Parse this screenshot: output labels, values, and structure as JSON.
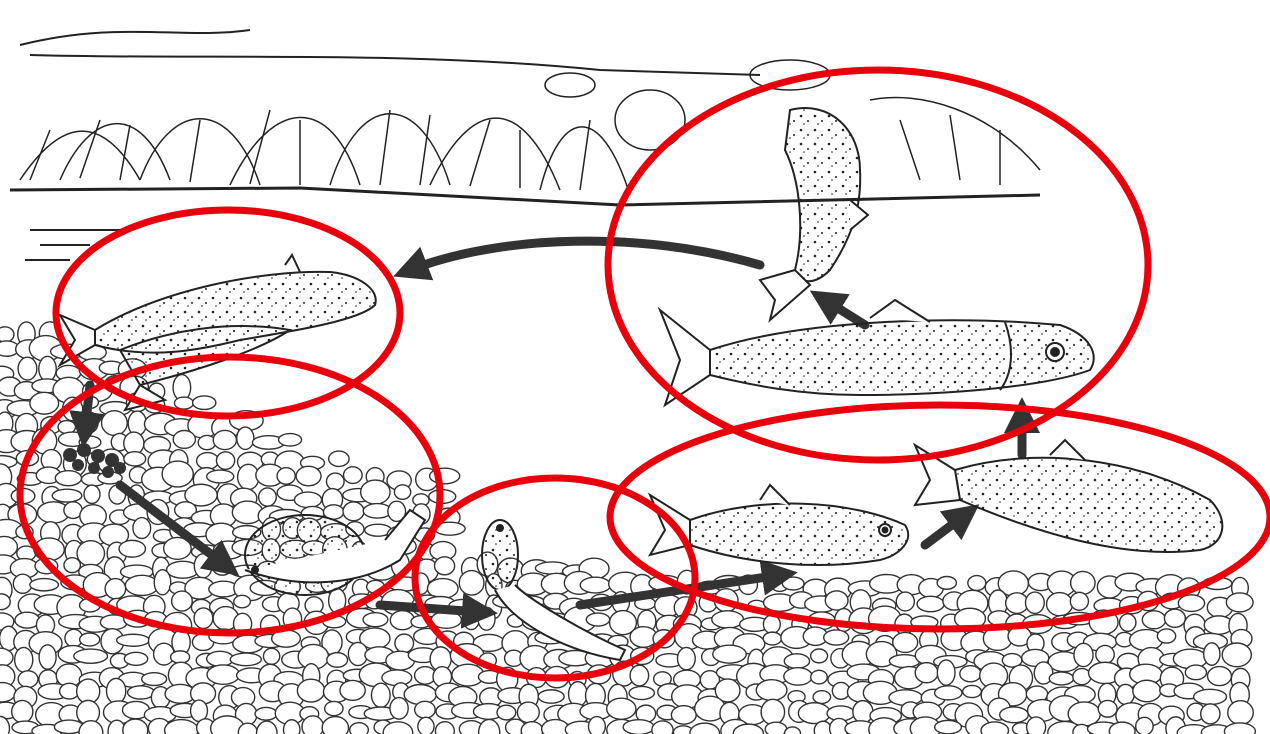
{
  "diagram": {
    "stages": [
      {
        "name": "spawning-adults",
        "icon": "spawning-trout-icon"
      },
      {
        "name": "eggs",
        "icon": "trout-eggs-icon"
      },
      {
        "name": "alevin",
        "icon": "alevin-icon"
      },
      {
        "name": "fry",
        "icon": "fry-icon"
      },
      {
        "name": "parr",
        "icon": "parr-icon"
      },
      {
        "name": "adult",
        "icon": "adult-trout-icon"
      }
    ],
    "highlight_color": "#e8000d",
    "arrow_color": "#333333",
    "ink_color": "#222222"
  }
}
